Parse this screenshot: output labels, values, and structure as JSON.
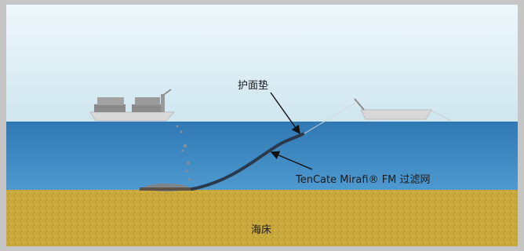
{
  "labels": {
    "revetment_mat": "护面垫",
    "filter_fabric": "TenCate Mirafi® FM 过滤网",
    "seabed": "海床"
  },
  "colors": {
    "sky": "#d8ebf2",
    "water_top": "#2f78b4",
    "water_bottom": "#4f9ad0",
    "seabed": "#c9a83c",
    "frame": "#c8c8c8",
    "ship_hull": "#d9d9d9",
    "fabric_line": "#2a3a4c"
  },
  "icons": [
    "cargo-ship-icon",
    "pontoon-barge-icon",
    "rock-pile-icon",
    "arrow-icon"
  ]
}
